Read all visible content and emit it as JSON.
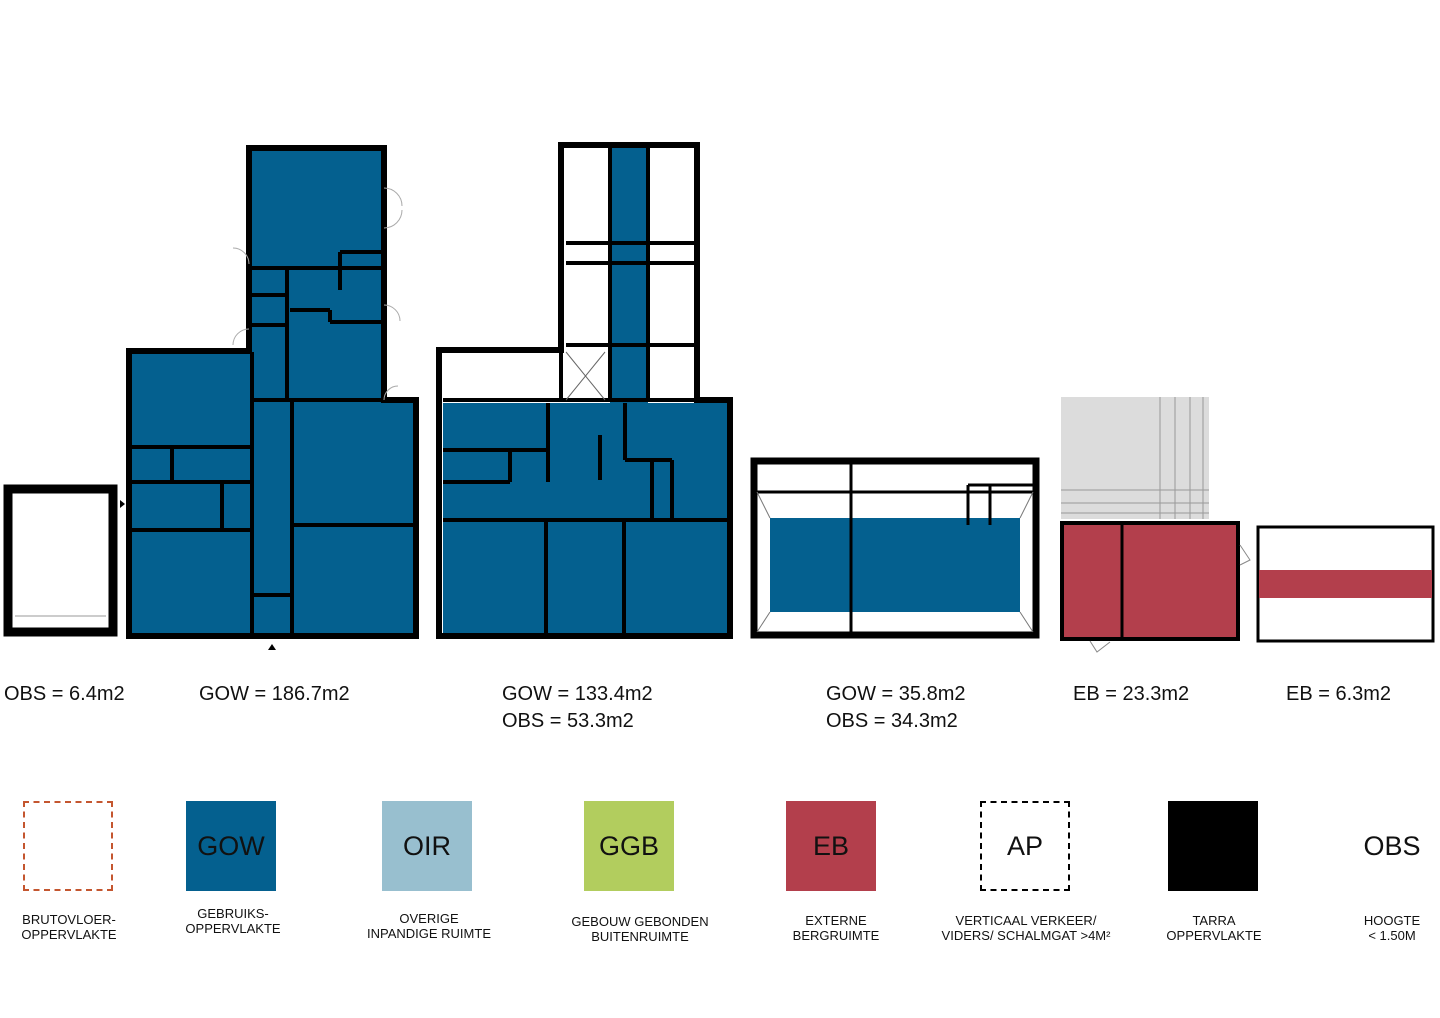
{
  "areas": {
    "plan1": [
      "OBS = 6.4m2"
    ],
    "plan2": [
      "GOW = 186.7m2"
    ],
    "plan3": [
      "GOW = 133.4m2",
      "OBS = 53.3m2"
    ],
    "plan4": [
      "GOW = 35.8m2",
      "OBS = 34.3m2"
    ],
    "plan5": [
      "EB = 23.3m2"
    ],
    "plan6": [
      "EB = 6.3m2"
    ]
  },
  "legend": [
    {
      "code": "",
      "label1": "BRUTOVLOER-",
      "label2": "OPPERVLAKTE"
    },
    {
      "code": "GOW",
      "label1": "GEBRUIKS-",
      "label2": "OPPERVLAKTE"
    },
    {
      "code": "OIR",
      "label1": "OVERIGE",
      "label2": "INPANDIGE RUIMTE"
    },
    {
      "code": "GGB",
      "label1": "GEBOUW GEBONDEN",
      "label2": "BUITENRUIMTE"
    },
    {
      "code": "EB",
      "label1": "EXTERNE",
      "label2": "BERGRUIMTE"
    },
    {
      "code": "AP",
      "label1": "VERTICAAL VERKEER/",
      "label2": "VIDERS/ SCHALMGAT >4M²"
    },
    {
      "code": "",
      "label1": "TARRA",
      "label2": "OPPERVLAKTE"
    },
    {
      "code": "OBS",
      "label1": "HOOGTE",
      "label2": "< 1.50M"
    }
  ],
  "colors": {
    "gow": "#04608f",
    "oir": "#98bfcf",
    "ggb": "#b2cd5e",
    "eb": "#b33f4c",
    "tarra": "#000000",
    "bvo_dash": "#c4562f",
    "grey_area": "#dcdcdc"
  }
}
